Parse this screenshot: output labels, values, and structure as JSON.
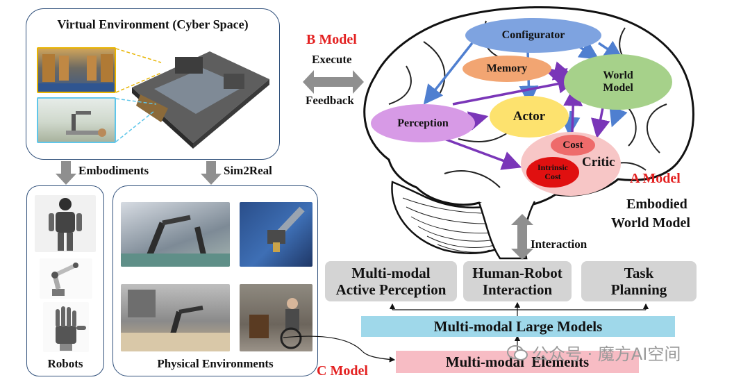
{
  "virtual_env": {
    "title": "Virtual Environment (Cyber Space)"
  },
  "b_model": {
    "label": "B Model",
    "execute": "Execute",
    "feedback": "Feedback"
  },
  "flows": {
    "embodiments": "Embodiments",
    "sim2real": "Sim2Real",
    "interaction": "Interaction"
  },
  "robots": {
    "title": "Robots"
  },
  "physical_env": {
    "title": "Physical Environments"
  },
  "brain": {
    "configurator": "Configurator",
    "memory": "Memory",
    "world_model_1": "World",
    "world_model_2": "Model",
    "perception": "Perception",
    "actor": "Actor",
    "cost": "Cost",
    "critic": "Critic",
    "intrinsic_1": "Intrinsic",
    "intrinsic_2": "Cost"
  },
  "a_model": {
    "label": "A Model",
    "line1": "Embodied",
    "line2": "World Model"
  },
  "tasks": [
    {
      "line1": "Multi-modal",
      "line2": "Active Perception"
    },
    {
      "line1": "Human-Robot",
      "line2": "Interaction"
    },
    {
      "line1": "Task",
      "line2": "Planning"
    }
  ],
  "mllm": {
    "label": "Multi-modal Large Models"
  },
  "elements": {
    "label": "Multi-modal  Elements"
  },
  "c_model": {
    "label": "C Model"
  },
  "watermark": {
    "text": "公众号 · 魔方AI空间"
  },
  "colors": {
    "red": "#e32020",
    "configurator": "#7ea3e0",
    "memory": "#f2a572",
    "world_model": "#a6d18a",
    "perception": "#d79ae6",
    "actor": "#fde26e",
    "critic": "#f7c6c6",
    "cost": "#ee6b6b",
    "intrinsic": "#e01010",
    "mllm": "#9fd8ea",
    "elements": "#f7bcc4",
    "gray_box": "#d4d4d4",
    "arrow_blue": "#4f7fd0",
    "arrow_purple": "#7a36b8"
  }
}
